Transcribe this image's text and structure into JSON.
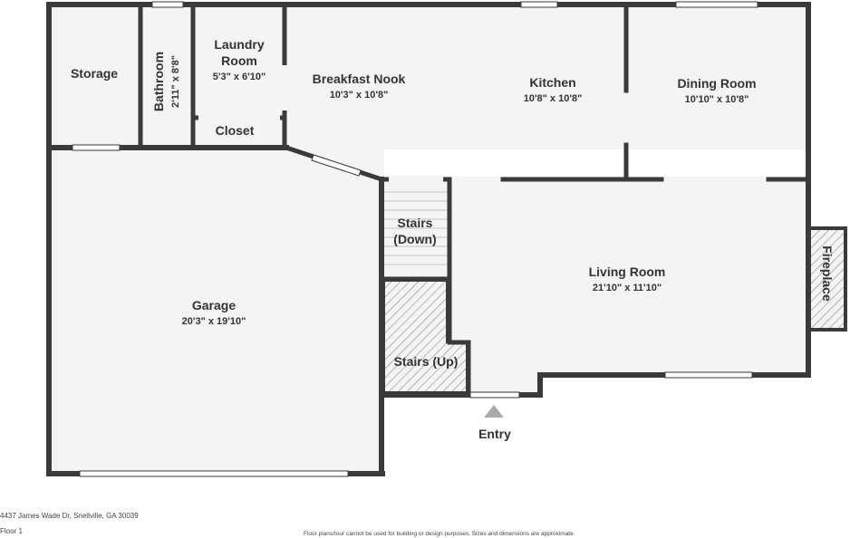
{
  "rooms": {
    "storage": {
      "name": "Storage"
    },
    "bathroom": {
      "name": "Bathroom",
      "dims": "2'11\" x 8'8\""
    },
    "laundry": {
      "name_line1": "Laundry",
      "name_line2": "Room",
      "dims": "5'3\" x 6'10\""
    },
    "closet": {
      "name": "Closet"
    },
    "breakfast": {
      "name": "Breakfast Nook",
      "dims": "10'3\" x 10'8\""
    },
    "kitchen": {
      "name": "Kitchen",
      "dims": "10'8\" x 10'8\""
    },
    "dining": {
      "name": "Dining Room",
      "dims": "10'10\" x 10'8\""
    },
    "stairs_down": {
      "name_line1": "Stairs",
      "name_line2": "(Down)"
    },
    "living": {
      "name": "Living Room",
      "dims": "21'10\" x 11'10\""
    },
    "fireplace": {
      "name": "Fireplace"
    },
    "garage": {
      "name": "Garage",
      "dims": "20'3\" x 19'10\""
    },
    "stairs_up": {
      "name": "Stairs (Up)"
    },
    "entry": {
      "name": "Entry"
    }
  },
  "footer": {
    "address": "4437 James Wade Dr, Snellville, GA 30039",
    "floor": "Floor 1",
    "disclaimer": "Floor plans/tour cannot be used for building or design purposes. Sizes and dimensions are approximate."
  },
  "colors": {
    "wall": "#3a3a3a",
    "floor": "#f4f4f4",
    "window": "#ffffff"
  }
}
